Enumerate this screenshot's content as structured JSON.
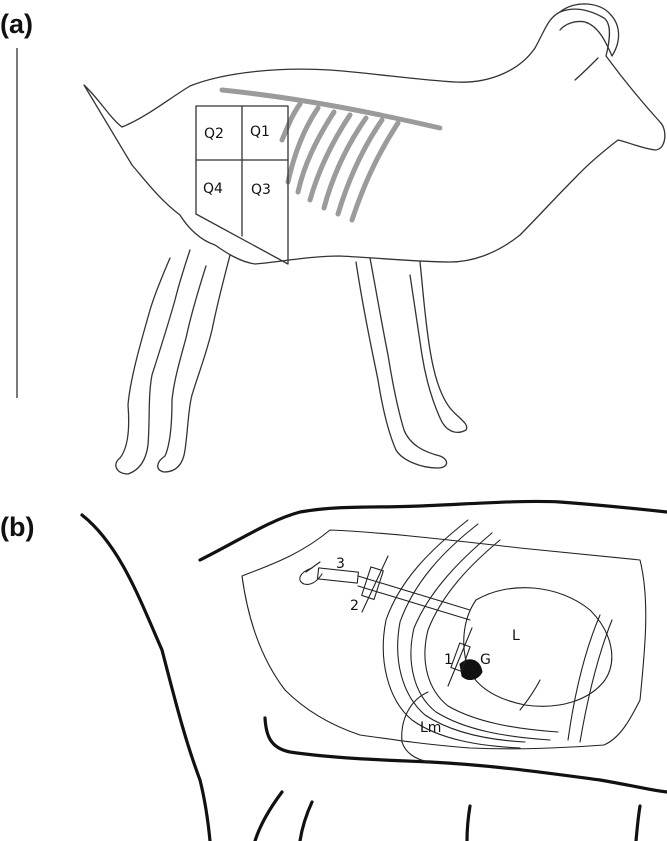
{
  "panels": {
    "a": {
      "label": "(a)",
      "quadrants": {
        "q1": "Q1",
        "q2": "Q2",
        "q3": "Q3",
        "q4": "Q4"
      }
    },
    "b": {
      "label": "(b)",
      "labels": {
        "n3": "3",
        "n2": "2",
        "n1": "1",
        "g": "G",
        "l": "L",
        "lm": "Lm"
      }
    }
  },
  "colors": {
    "outline": "#333333",
    "ribs": "#9b9b9b",
    "background": "#ffffff"
  }
}
